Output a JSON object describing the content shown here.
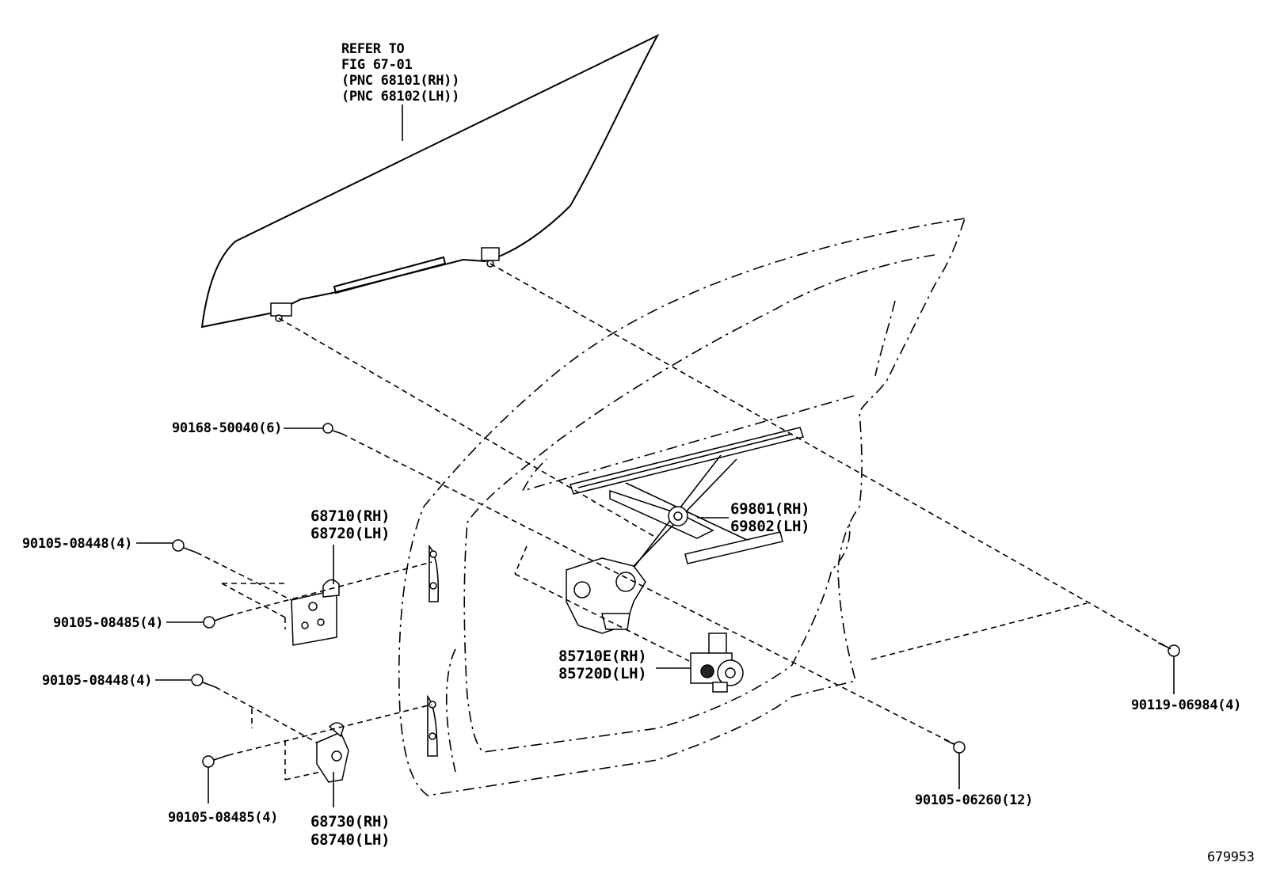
{
  "labels": {
    "glass_ref_1": "REFER TO",
    "glass_ref_2": "FIG 67-01",
    "glass_ref_3": "(PNC 68101(RH))",
    "glass_ref_4": "(PNC 68102(LH))",
    "bolt_90168": "90168-50040(6)",
    "hinge_upper_rh": "68710(RH)",
    "hinge_upper_lh": "68720(LH)",
    "bolt_08448_upper": "90105-08448(4)",
    "bolt_08485_upper": "90105-08485(4)",
    "bolt_08448_lower": "90105-08448(4)",
    "bolt_08485_lower": "90105-08485(4)",
    "hinge_lower_rh": "68730(RH)",
    "hinge_lower_lh": "68740(LH)",
    "regulator_rh": "69801(RH)",
    "regulator_lh": "69802(LH)",
    "motor_rh": "85710E(RH)",
    "motor_lh": "85720D(LH)",
    "bolt_06984": "90119-06984(4)",
    "bolt_06260": "90105-06260(12)",
    "figure_id": "679953"
  }
}
